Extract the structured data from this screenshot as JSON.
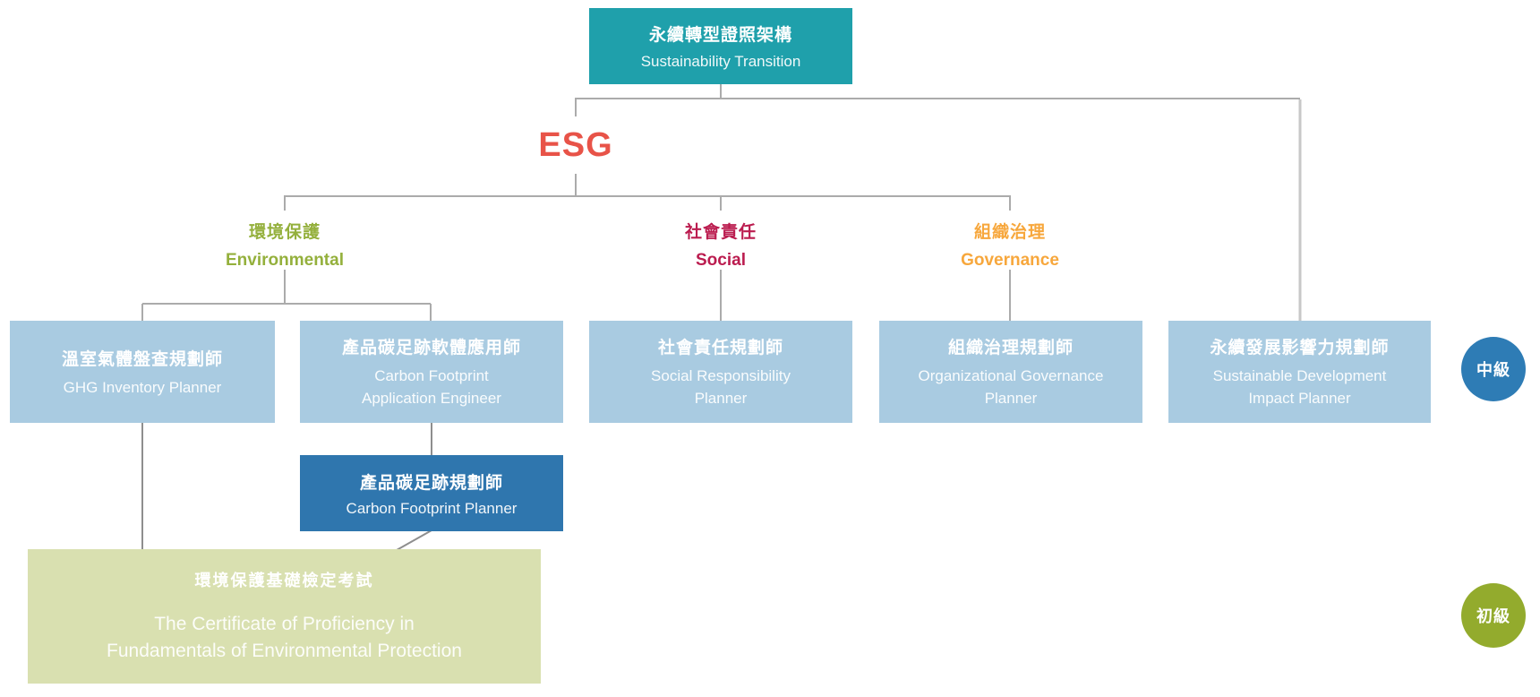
{
  "colors": {
    "teal": "#1FA0AB",
    "light-blue": "#A9CBE1",
    "mid-blue": "#2F76AE",
    "pale-green": "#D9E0B0",
    "esg-red": "#E85348",
    "env-green": "#94B03C",
    "social-red": "#BB1C4F",
    "gov-orange": "#F7A73C",
    "circle-blue": "#2E7CB5",
    "circle-olive": "#93AB2D",
    "line-gray": "#ABABAB"
  },
  "root": {
    "title_zh": "永續轉型證照架構",
    "title_en": "Sustainability Transition"
  },
  "esg_label": "ESG",
  "pillars": [
    {
      "zh": "環境保護",
      "en": "Environmental"
    },
    {
      "zh": "社會責任",
      "en": "Social"
    },
    {
      "zh": "組織治理",
      "en": "Governance"
    }
  ],
  "certifications": [
    {
      "zh": "溫室氣體盤查規劃師",
      "en": "GHG Inventory Planner"
    },
    {
      "zh": "產品碳足跡軟體應用師",
      "en": "Carbon Footprint Application Engineer"
    },
    {
      "zh": "社會責任規劃師",
      "en": "Social Responsibility Planner"
    },
    {
      "zh": "組織治理規劃師",
      "en": "Organizational Governance Planner"
    },
    {
      "zh": "永續發展影響力規劃師",
      "en": "Sustainable Development Impact Planner"
    }
  ],
  "intermediate_cert": {
    "zh": "產品碳足跡規劃師",
    "en": "Carbon Footprint Planner"
  },
  "foundation_exam": {
    "zh": "環境保護基礎檢定考試",
    "en_line1": "The Certificate of Proficiency in",
    "en_line2": "Fundamentals of Environmental Protection"
  },
  "levels": {
    "intermediate": "中級",
    "beginner": "初級"
  }
}
